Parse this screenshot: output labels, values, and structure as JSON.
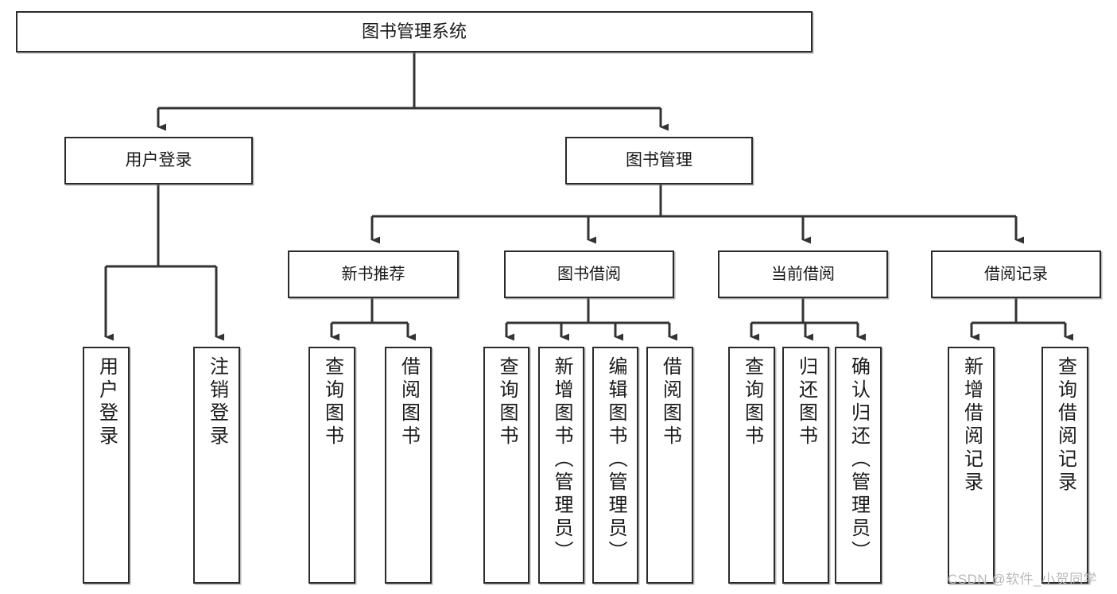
{
  "diagram": {
    "title": "图书管理系统",
    "type": "tree-hierarchy-diagram",
    "root": {
      "id": "root",
      "label": "图书管理系统"
    },
    "level1": [
      {
        "id": "login",
        "label": "用户登录"
      },
      {
        "id": "bookmgmt",
        "label": "图书管理"
      }
    ],
    "level2": [
      {
        "id": "newbook",
        "label": "新书推荐",
        "parent": "bookmgmt"
      },
      {
        "id": "borrow",
        "label": "图书借阅",
        "parent": "bookmgmt"
      },
      {
        "id": "current",
        "label": "当前借阅",
        "parent": "bookmgmt"
      },
      {
        "id": "records",
        "label": "借阅记录",
        "parent": "bookmgmt"
      }
    ],
    "leaves": [
      {
        "id": "leaf-user-login",
        "label": "用户登录",
        "parent": "login"
      },
      {
        "id": "leaf-user-logout",
        "label": "注销登录",
        "parent": "login"
      },
      {
        "id": "leaf-query-book-1",
        "label": "查询图书",
        "parent": "newbook"
      },
      {
        "id": "leaf-borrow-book-1",
        "label": "借阅图书",
        "parent": "newbook"
      },
      {
        "id": "leaf-query-book-2",
        "label": "查询图书",
        "parent": "borrow"
      },
      {
        "id": "leaf-add-book",
        "label": "新增图书（管理员）",
        "parent": "borrow"
      },
      {
        "id": "leaf-edit-book",
        "label": "编辑图书（管理员）",
        "parent": "borrow"
      },
      {
        "id": "leaf-borrow-book-2",
        "label": "借阅图书",
        "parent": "borrow"
      },
      {
        "id": "leaf-query-book-3",
        "label": "查询图书",
        "parent": "current"
      },
      {
        "id": "leaf-return-book",
        "label": "归还图书",
        "parent": "current"
      },
      {
        "id": "leaf-confirm-return",
        "label": "确认归还（管理员）",
        "parent": "current"
      },
      {
        "id": "leaf-add-record",
        "label": "新增借阅记录",
        "parent": "records"
      },
      {
        "id": "leaf-query-record",
        "label": "查询借阅记录",
        "parent": "records"
      }
    ]
  },
  "watermark": {
    "text": "CSDN @软件_小贺同学"
  },
  "colors": {
    "border": "#2b2b2b",
    "fill": "#ffffff",
    "edge": "#333333",
    "text": "#1a1a1a",
    "watermark": "#b9b9b9"
  }
}
